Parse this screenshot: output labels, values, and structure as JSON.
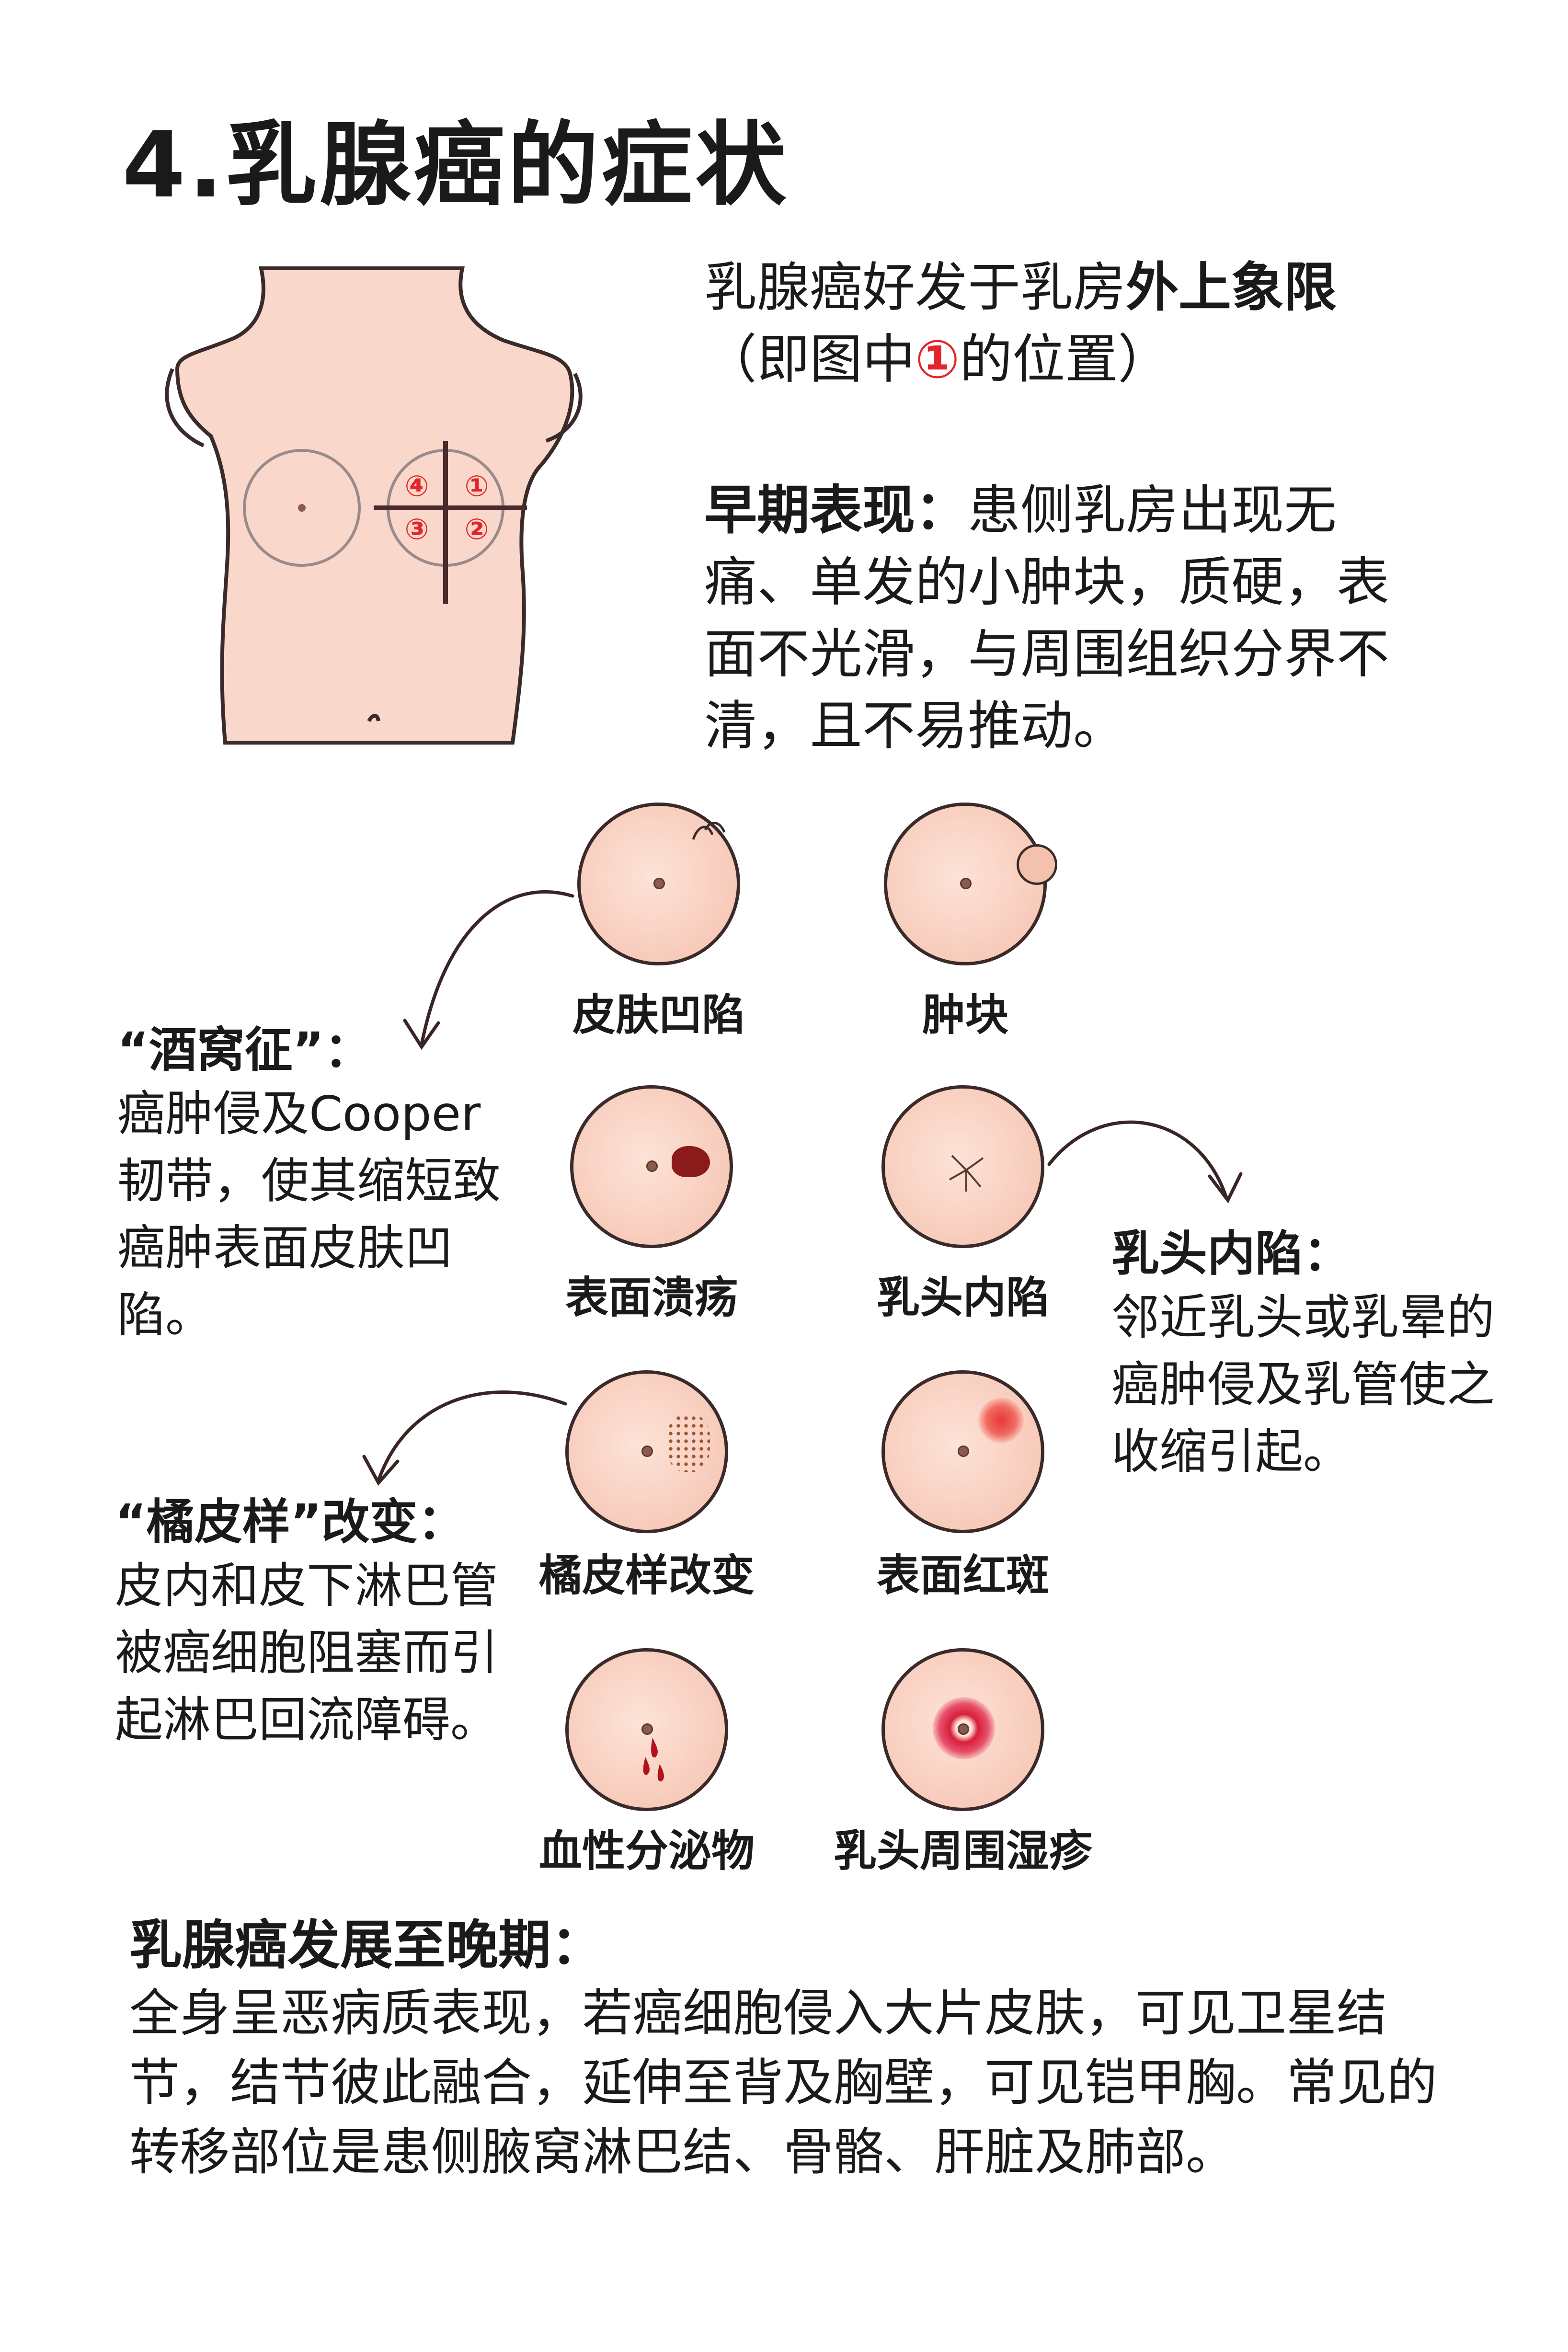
{
  "title": "4.乳腺癌的症状",
  "intro": {
    "line1_prefix": "乳腺癌好发于乳房",
    "line1_bold": "外上象限",
    "line2_pre": "（即图中",
    "line2_mark": "①",
    "line2_post": "的位置）"
  },
  "early": {
    "label": "早期表现：",
    "text": "患侧乳房出现无痛、单发的小肿块，质硬，表面不光滑，与周围组织分界不清，且不易推动。"
  },
  "quadrants": [
    "①",
    "②",
    "③",
    "④"
  ],
  "symptoms": [
    {
      "label": "皮肤凹陷"
    },
    {
      "label": "肿块"
    },
    {
      "label": "表面溃疡"
    },
    {
      "label": "乳头内陷"
    },
    {
      "label": "橘皮样改变"
    },
    {
      "label": "表面红斑"
    },
    {
      "label": "血性分泌物"
    },
    {
      "label": "乳头周围湿疹"
    }
  ],
  "notes": {
    "dimple": {
      "title": "“酒窝征”：",
      "text": "癌肿侵及Cooper韧带，使其缩短致癌肿表面皮肤凹陷。"
    },
    "retraction": {
      "title": "乳头内陷：",
      "text": "邻近乳头或乳晕的癌肿侵及乳管使之收缩引起。"
    },
    "orange": {
      "title": "“橘皮样”改变：",
      "text": "皮内和皮下淋巴管被癌细胞阻塞而引起淋巴回流障碍。"
    }
  },
  "late": {
    "title": "乳腺癌发展至晚期：",
    "text": "全身呈恶病质表现，若癌细胞侵入大片皮肤，可见卫星结节，结节彼此融合，延伸至背及胸壁，可见铠甲胸。常见的转移部位是患侧腋窝淋巴结、骨骼、肝脏及肺部。"
  },
  "colors": {
    "skin": "#f9d7ca",
    "outline": "#3a2a2a",
    "red": "#e0262a",
    "crosshair": "#4a2a2a"
  }
}
